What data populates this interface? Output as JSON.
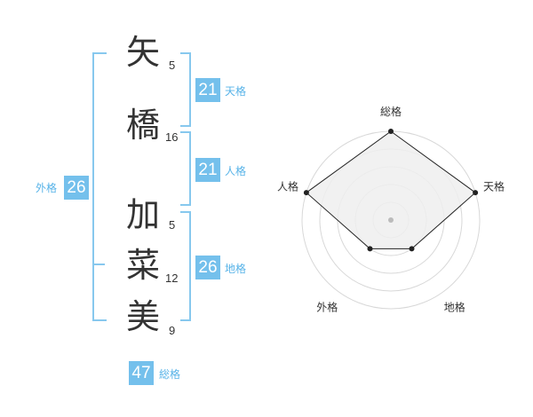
{
  "name_chars": [
    {
      "char": "矢",
      "strokes": "5"
    },
    {
      "char": "橋",
      "strokes": "16"
    },
    {
      "char": "加",
      "strokes": "5"
    },
    {
      "char": "菜",
      "strokes": "12"
    },
    {
      "char": "美",
      "strokes": "9"
    }
  ],
  "kakusu": {
    "tenkaku": {
      "value": "21",
      "label": "天格"
    },
    "jinkaku": {
      "value": "21",
      "label": "人格"
    },
    "chikaku": {
      "value": "26",
      "label": "地格"
    },
    "gaikaku": {
      "value": "26",
      "label": "外格"
    },
    "soukaku": {
      "value": "47",
      "label": "総格"
    }
  },
  "colors": {
    "bracket": "#87c8ee",
    "badge": "#74c0ec",
    "label": "#57b3e8",
    "radar_fill": "#eeeeee",
    "radar_stroke": "#222222",
    "ring": "#d8d8d8"
  },
  "chart_data": {
    "type": "radar",
    "axes": [
      "総格",
      "天格",
      "地格",
      "外格",
      "人格"
    ],
    "levels": 5,
    "values": [
      5,
      5,
      2,
      2,
      5
    ],
    "max": 5
  }
}
